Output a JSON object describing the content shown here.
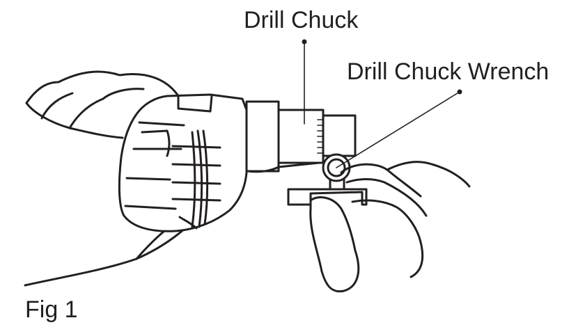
{
  "labels": {
    "drill_chuck": "Drill Chuck",
    "drill_chuck_wrench": "Drill Chuck Wrench",
    "figure_caption": "Fig 1"
  },
  "colors": {
    "ink": "#231f20",
    "background": "#ffffff"
  }
}
